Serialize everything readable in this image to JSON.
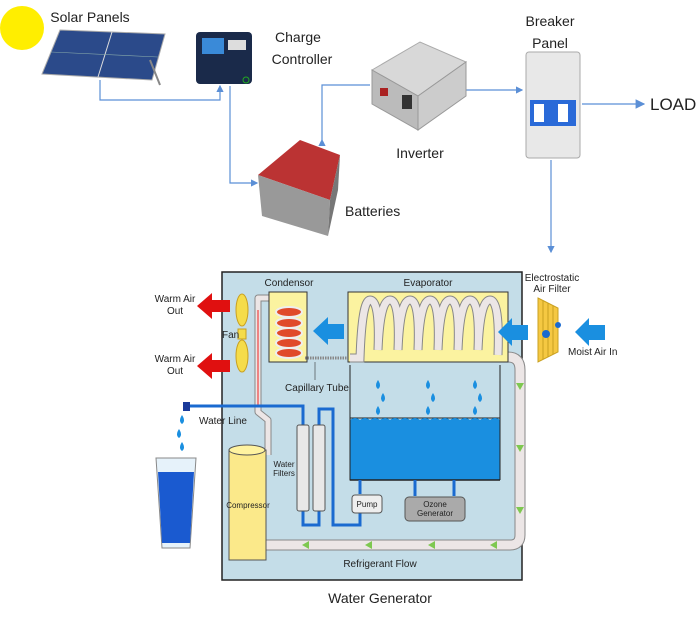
{
  "top": {
    "solar_panels": "Solar Panels",
    "charge_controller": [
      "Charge",
      "Controller"
    ],
    "batteries": "Batteries",
    "inverter": "Inverter",
    "breaker_panel": [
      "Breaker",
      "Panel"
    ],
    "load": "LOAD"
  },
  "generator": {
    "title": "Water Generator",
    "condensor": "Condensor",
    "evaporator": "Evaporator",
    "fan": "Fan",
    "warm_air_out": [
      "Warm Air",
      "Out"
    ],
    "capillary_tube": "Capillary Tube",
    "water_line": "Water Line",
    "water_filters": [
      "Water",
      "Filters"
    ],
    "compressor": "Compressor",
    "pump": "Pump",
    "ozone_generator": [
      "Ozone",
      "Generator"
    ],
    "refrigerant_flow": "Refrigerant Flow",
    "electrostatic_air_filter": [
      "Electrostatic",
      "Air Filter"
    ],
    "moist_air_in": "Moist Air In"
  },
  "colors": {
    "wire": "#5b8fd6",
    "box": "#c4dde8",
    "water": "#1a8fe0",
    "warm_arrow": "#e01010",
    "sun": "#ffee00"
  }
}
